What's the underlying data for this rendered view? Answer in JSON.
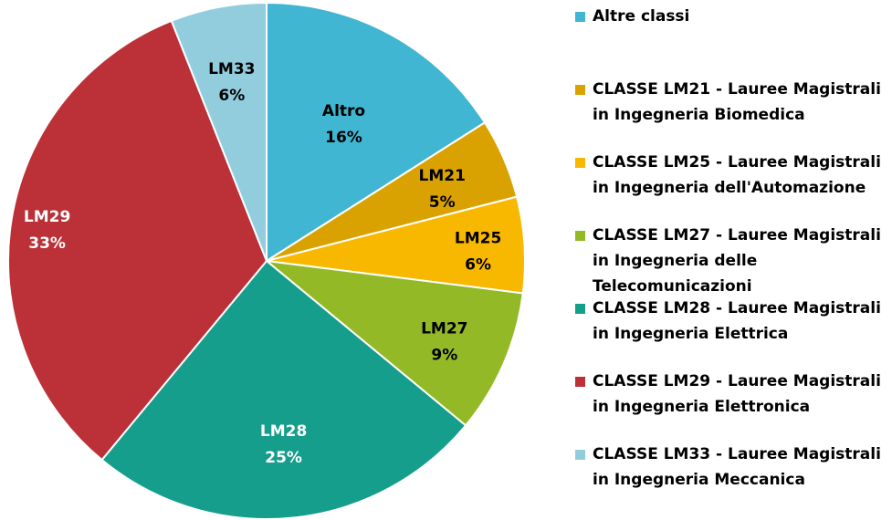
{
  "chart_data": {
    "type": "pie",
    "title": "",
    "slices": [
      {
        "label": "Altro",
        "pct": "16%",
        "value": 16,
        "color": "#41B6D2",
        "label_color": "#000000",
        "legend": "Altre classi"
      },
      {
        "label": "LM21",
        "pct": "5%",
        "value": 5,
        "color": "#DAA200",
        "label_color": "#000000",
        "legend": "CLASSE LM21 - Lauree Magistrali in Ingegneria Biomedica"
      },
      {
        "label": "LM25",
        "pct": "6%",
        "value": 6,
        "color": "#F9B800",
        "label_color": "#000000",
        "legend": "CLASSE LM25 - Lauree Magistrali in Ingegneria dell'Automazione"
      },
      {
        "label": "LM27",
        "pct": "9%",
        "value": 9,
        "color": "#93B927",
        "label_color": "#000000",
        "legend": "CLASSE LM27 - Lauree Magistrali in Ingegneria delle Telecomunicazioni"
      },
      {
        "label": "LM28",
        "pct": "25%",
        "value": 25,
        "color": "#159E8C",
        "label_color": "#ffffff",
        "legend": "CLASSE LM28 - Lauree Magistrali in Ingegneria Elettrica"
      },
      {
        "label": "LM29",
        "pct": "33%",
        "value": 33,
        "color": "#BC3038",
        "label_color": "#ffffff",
        "legend": "CLASSE LM29 - Lauree Magistrali in Ingegneria Elettronica"
      },
      {
        "label": "LM33",
        "pct": "6%",
        "value": 6,
        "color": "#92CDDE",
        "label_color": "#000000",
        "legend": "CLASSE LM33 - Lauree Magistrali in Ingegneria Meccanica"
      }
    ],
    "legend_placement": "right"
  }
}
